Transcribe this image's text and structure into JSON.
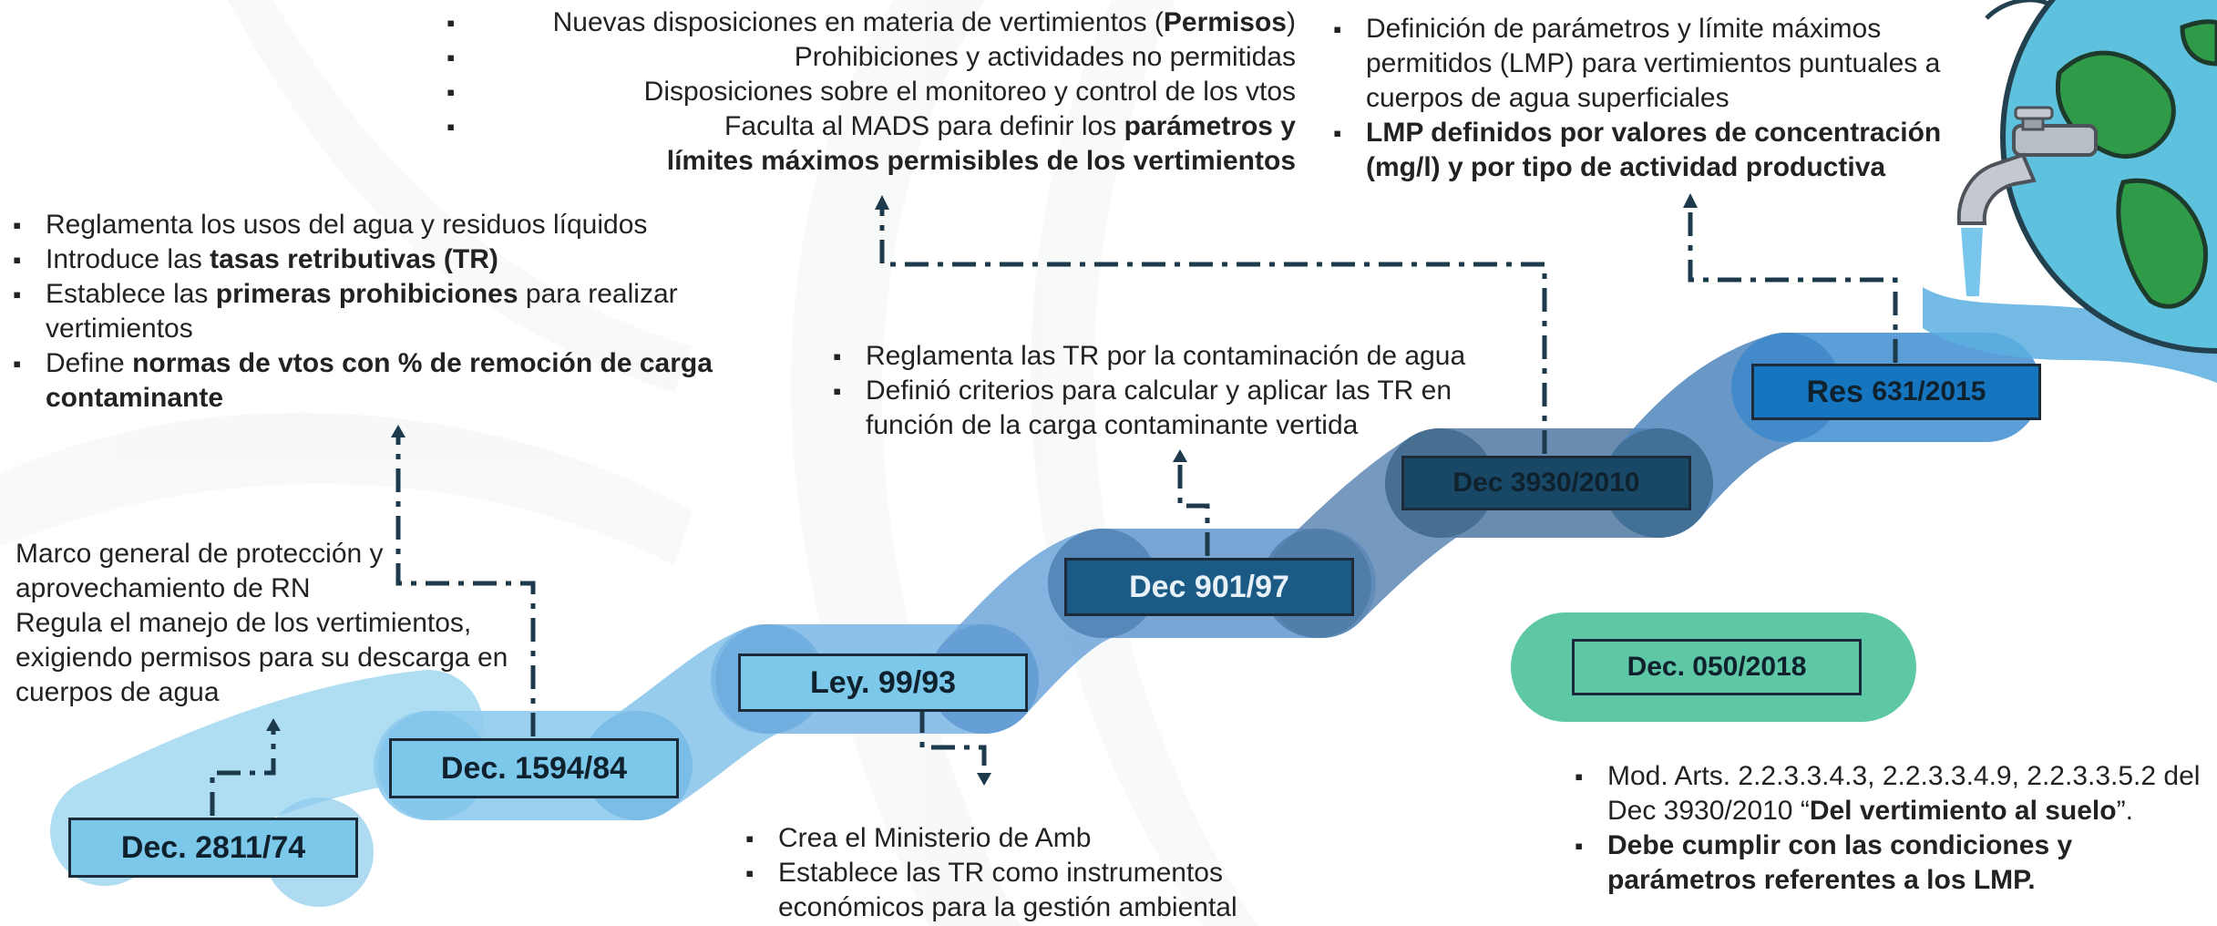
{
  "colors": {
    "band_light": "#9ed3ee",
    "band_mid": "#6fa8d6",
    "band_deep": "#4f76a0",
    "label_light": "#7cc8ea",
    "label_dark": "#1a5a85",
    "label_darker": "#184866",
    "label_res": "#1575bf",
    "label_green": "#5ec7a6",
    "connector": "#1c3a4c"
  },
  "milestones": [
    {
      "id": "dec-2811-74",
      "label": "Dec. 2811/74"
    },
    {
      "id": "dec-1594-84",
      "label": "Dec. 1594/84"
    },
    {
      "id": "ley-99-93",
      "label": "Ley. 99/93"
    },
    {
      "id": "dec-901-97",
      "label": "Dec 901/97"
    },
    {
      "id": "dec-3930-2010",
      "label": "Dec 3930/2010"
    },
    {
      "id": "res-631-2015",
      "label_main": "Res",
      "label_num": "631/2015"
    },
    {
      "id": "dec-050-2018",
      "label": "Dec. 050/2018"
    }
  ],
  "notes": {
    "dec2811": {
      "line1": "Marco general de protección y",
      "line2": "aprovechamiento de RN",
      "line3": "Regula  el manejo de los vertimientos,",
      "line4": "exigiendo permisos para su descarga en",
      "line5": "cuerpos de agua"
    },
    "dec1594": [
      {
        "pre": "Reglamenta los usos del agua y residuos líquidos",
        "bold": "",
        "post": ""
      },
      {
        "pre": "Introduce las ",
        "bold": "tasas retributivas (TR)",
        "post": ""
      },
      {
        "pre": "Establece las ",
        "bold": "primeras prohibiciones",
        "post": " para realizar vertimientos"
      },
      {
        "pre": "Define ",
        "bold": "normas de vtos con % de remoción de carga contaminante",
        "post": ""
      }
    ],
    "ley99": [
      {
        "text": "Crea el Ministerio de Amb"
      },
      {
        "text": "Establece las TR como instrumentos económicos para la gestión ambiental"
      }
    ],
    "dec901": [
      {
        "text": "Reglamenta las TR por la contaminación de agua"
      },
      {
        "text": "Definió criterios para calcular y aplicar las TR en función de la carga contaminante vertida"
      }
    ],
    "dec3930": [
      {
        "pre": "Nuevas disposiciones en materia de vertimientos (",
        "bold": "Permisos",
        "post": ")"
      },
      {
        "pre": "Prohibiciones y actividades no permitidas",
        "bold": "",
        "post": ""
      },
      {
        "pre": "Disposiciones sobre el monitoreo y control de los vtos",
        "bold": "",
        "post": ""
      },
      {
        "pre": "Faculta al MADS para definir los ",
        "bold": "parámetros y límites máximos permisibles de los vertimientos",
        "post": ""
      }
    ],
    "res631": [
      {
        "pre": "Definición de parámetros y límite máximos permitidos (LMP) para vertimientos puntuales a cuerpos de agua superficiales",
        "bold": ""
      },
      {
        "pre": "",
        "bold": "LMP definidos por valores de concentración (mg/l) y por tipo de actividad productiva"
      }
    ],
    "dec050": [
      {
        "pre": "Mod. Arts. 2.2.3.3.4.3, 2.2.3.3.4.9, 2.2.3.3.5.2 del Dec 3930/2010 “",
        "bold": "Del vertimiento al suelo",
        "post": "”."
      },
      {
        "pre": "",
        "bold": "Debe cumplir con las condiciones y parámetros referentes a los LMP.",
        "post": ""
      }
    ]
  }
}
